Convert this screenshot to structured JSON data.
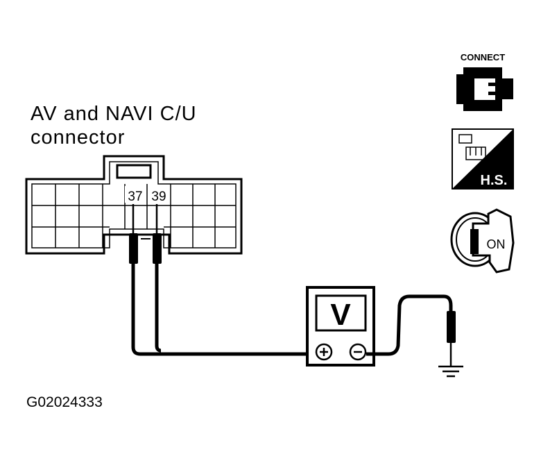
{
  "connector_label_line1": "AV and NAVI C/U",
  "connector_label_line2": "connector",
  "terminal_a": "37",
  "terminal_b": "39",
  "meter_symbol": "V",
  "plus_symbol": "+",
  "minus_symbol": "−",
  "icon_connect_label": "CONNECT",
  "icon_hs_label": "H.S.",
  "icon_ignition_label": "ON",
  "figure_id": "G02024333",
  "icons": [
    "connect-icon",
    "harness-side-icon",
    "ignition-key-on-icon"
  ]
}
